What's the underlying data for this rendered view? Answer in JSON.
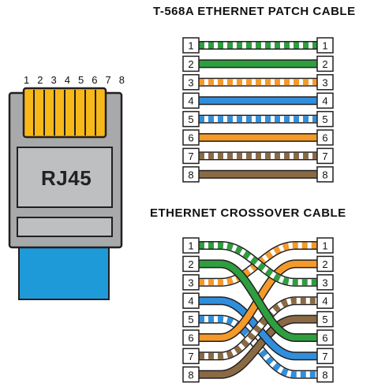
{
  "connector": {
    "label": "RJ45",
    "pin_numbers": "1 2 3 4 5 6 7 8"
  },
  "patch": {
    "title": "T-568A ETHERNET PATCH CABLE",
    "pins": [
      "1",
      "2",
      "3",
      "4",
      "5",
      "6",
      "7",
      "8"
    ],
    "wires": [
      {
        "pin": 1,
        "color": "#2e9e3f",
        "striped": true,
        "to": 1
      },
      {
        "pin": 2,
        "color": "#2e9e3f",
        "striped": false,
        "to": 2
      },
      {
        "pin": 3,
        "color": "#f39a2a",
        "striped": true,
        "to": 3
      },
      {
        "pin": 4,
        "color": "#2f8fdc",
        "striped": false,
        "to": 4
      },
      {
        "pin": 5,
        "color": "#2f8fdc",
        "striped": true,
        "to": 5
      },
      {
        "pin": 6,
        "color": "#f39a2a",
        "striped": false,
        "to": 6
      },
      {
        "pin": 7,
        "color": "#8a6a44",
        "striped": true,
        "to": 7
      },
      {
        "pin": 8,
        "color": "#8a6a44",
        "striped": false,
        "to": 8
      }
    ]
  },
  "crossover": {
    "title": "ETHERNET CROSSOVER CABLE",
    "pins": [
      "1",
      "2",
      "3",
      "4",
      "5",
      "6",
      "7",
      "8"
    ],
    "wires": [
      {
        "pin": 1,
        "color": "#2e9e3f",
        "striped": true,
        "to": 3
      },
      {
        "pin": 2,
        "color": "#2e9e3f",
        "striped": false,
        "to": 6
      },
      {
        "pin": 3,
        "color": "#f39a2a",
        "striped": true,
        "to": 1
      },
      {
        "pin": 4,
        "color": "#2f8fdc",
        "striped": false,
        "to": 7
      },
      {
        "pin": 5,
        "color": "#2f8fdc",
        "striped": true,
        "to": 8
      },
      {
        "pin": 6,
        "color": "#f39a2a",
        "striped": false,
        "to": 2
      },
      {
        "pin": 7,
        "color": "#8a6a44",
        "striped": true,
        "to": 4
      },
      {
        "pin": 8,
        "color": "#8a6a44",
        "striped": false,
        "to": 5
      }
    ]
  },
  "colors": {
    "plug_body": "#a7a9ab",
    "contacts": "#f7b81a",
    "boot": "#1f9ad8",
    "outline": "#231f20"
  }
}
